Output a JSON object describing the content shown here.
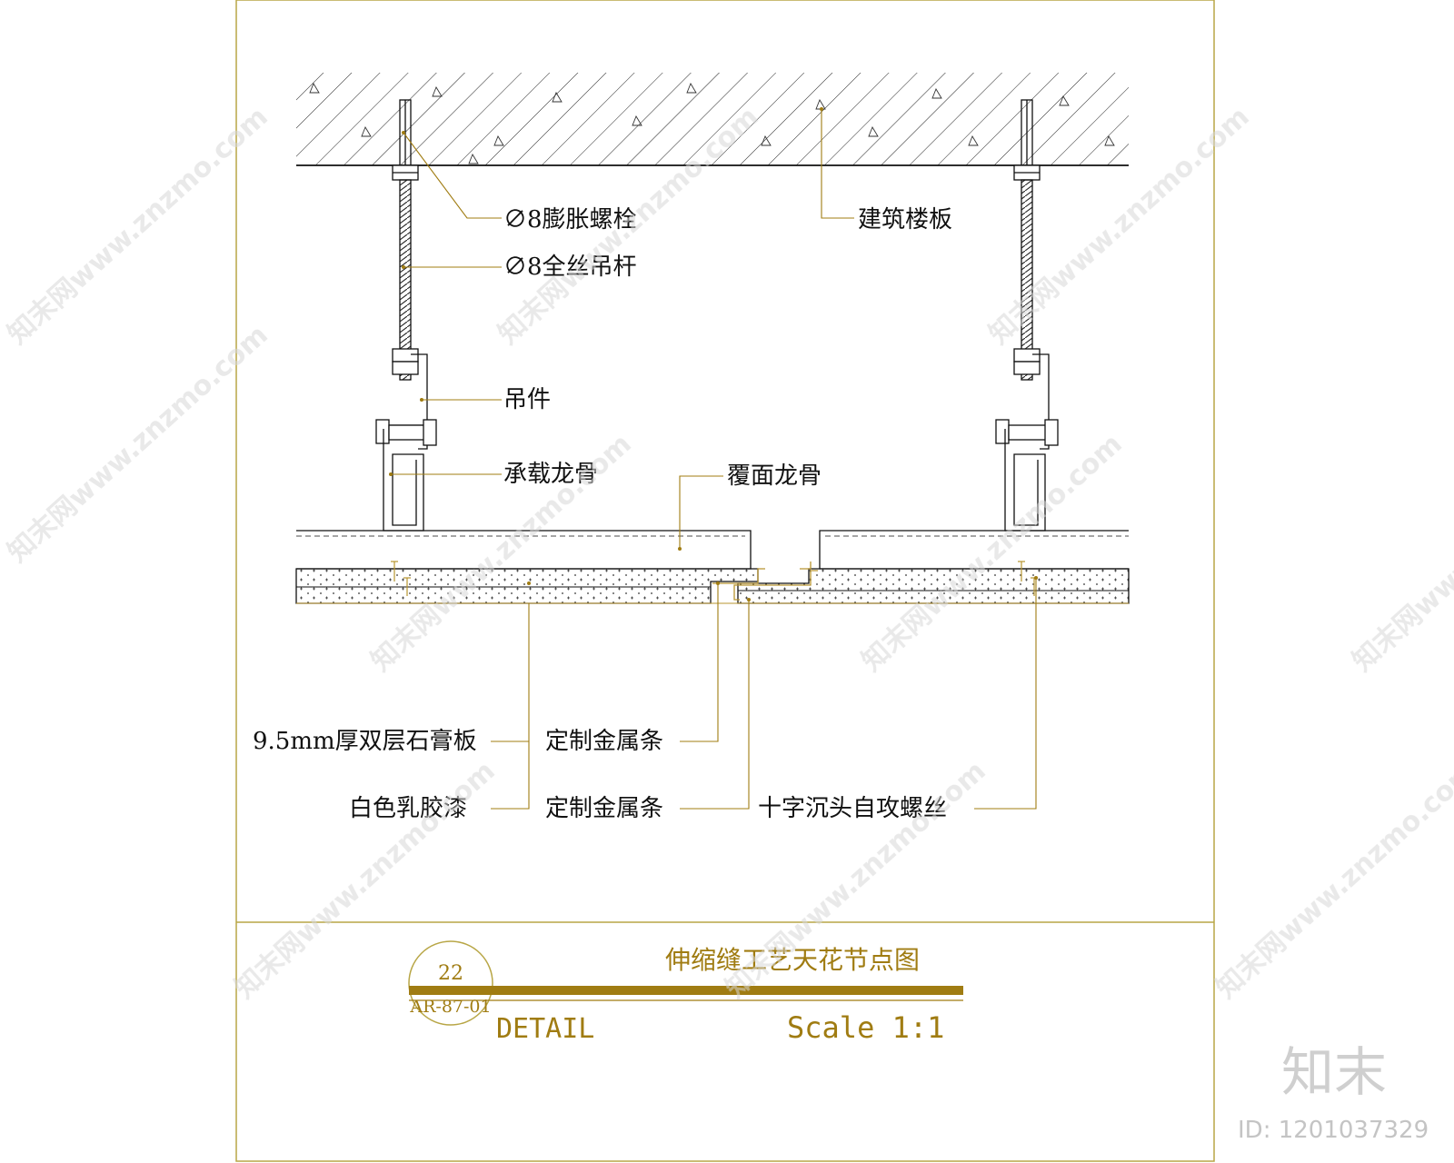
{
  "labels": {
    "expansion_bolt": "∅8膨胀螺栓",
    "threaded_rod": "∅8全丝吊杆",
    "hanger": "吊件",
    "main_keel": "承载龙骨",
    "floor_slab": "建筑楼板",
    "cover_keel": "覆面龙骨",
    "gypsum_board": "9.5mm厚双层石膏板",
    "latex_paint": "白色乳胶漆",
    "metal_strip_1": "定制金属条",
    "metal_strip_2": "定制金属条",
    "screw": "十字沉头自攻螺丝"
  },
  "title_block": {
    "number": "22",
    "sheet": "AR-87-01",
    "title": "伸缩缝工艺天花节点图",
    "detail": "DETAIL",
    "scale": "Scale 1:1"
  },
  "watermark": {
    "text": "知末网www.znzmo.com",
    "logo": "知末",
    "id": "ID: 1201037329"
  },
  "colors": {
    "frame": "#b8a646",
    "leader": "#a07c12",
    "line": "#111111"
  }
}
